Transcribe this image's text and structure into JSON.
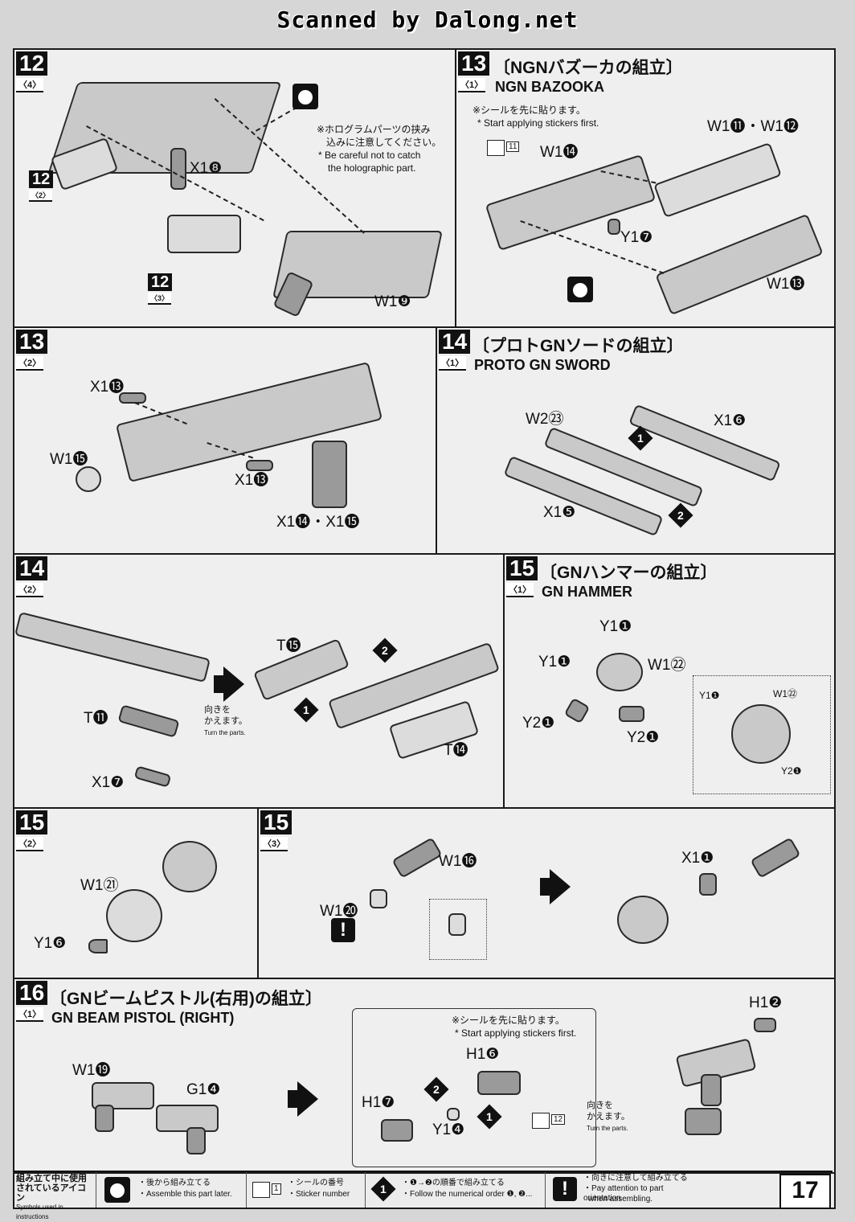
{
  "banner": "Scanned by Dalong.net",
  "step12": {
    "num": "12",
    "sub": "〈4〉",
    "note_jp_1": "※ホログラムパーツの挟み",
    "note_jp_2": "込みに注意してください。",
    "note_en_1": "* Be careful not to catch",
    "note_en_2": "the holographic part.",
    "label_x18": "X1❽",
    "label_w19": "W1❾",
    "ref_a_num": "12",
    "ref_a_sub": "〈2〉",
    "ref_b_num": "12",
    "ref_b_sub": "〈3〉"
  },
  "step13a": {
    "num": "13",
    "sub": "〈1〉",
    "title_jp": "〔NGNバズーカの組立〕",
    "title_en": "NGN BAZOOKA",
    "note_jp": "※シールを先に貼ります。",
    "note_en": "* Start applying stickers first.",
    "sticker": "11",
    "label_w114": "W1⓮",
    "label_w111_12": "W1⓫・W1⓬",
    "label_y17": "Y1❼",
    "label_w113": "W1⓭"
  },
  "step13b": {
    "num": "13",
    "sub": "〈2〉",
    "label_x113_a": "X1⓭",
    "label_x113_b": "X1⓭",
    "label_w115": "W1⓯",
    "label_x114_15": "X1⓮・X1⓯"
  },
  "step14a": {
    "num": "14",
    "sub": "〈1〉",
    "title_jp": "〔プロトGNソードの組立〕",
    "title_en": "PROTO GN SWORD",
    "label_w223": "W2㉓",
    "label_x16": "X1❻",
    "label_x15": "X1❺",
    "order_1": "1",
    "order_2": "2"
  },
  "step14b": {
    "num": "14",
    "sub": "〈2〉",
    "label_t15": "T⓯",
    "label_t11": "T⓫",
    "label_x17": "X1❼",
    "label_t14": "T⓮",
    "turn_jp_1": "向きを",
    "turn_jp_2": "かえます。",
    "turn_en": "Turn the parts.",
    "order_1": "1",
    "order_2": "2"
  },
  "step15a": {
    "num": "15",
    "sub": "〈1〉",
    "title_jp": "〔GNハンマーの組立〕",
    "title_en": "GN HAMMER",
    "label_y11_top": "Y1❶",
    "label_y11_left": "Y1❶",
    "label_w122": "W1㉒",
    "label_y21_a": "Y2❶",
    "label_y21_b": "Y2❶",
    "inset_y11": "Y1❶",
    "inset_w122": "W1㉒",
    "inset_y21": "Y2❶"
  },
  "step15b": {
    "num": "15",
    "sub": "〈2〉",
    "label_w121": "W1㉑",
    "label_y16": "Y1❻"
  },
  "step15c": {
    "num": "15",
    "sub": "〈3〉",
    "label_w116": "W1⓰",
    "label_w120": "W1⓴",
    "label_x11": "X1❶",
    "warn": "!"
  },
  "step16": {
    "num": "16",
    "sub": "〈1〉",
    "title_jp": "〔GNビームピストル(右用)の組立〕",
    "title_en": "GN BEAM PISTOL (RIGHT)",
    "label_w119": "W1⓳",
    "label_g14": "G1❹",
    "note_jp": "※シールを先に貼ります。",
    "note_en": "* Start applying stickers first.",
    "label_h16": "H1❻",
    "label_h17": "H1❼",
    "label_y14": "Y1❹",
    "label_h12": "H1❷",
    "sticker": "12",
    "turn_jp_1": "向きを",
    "turn_jp_2": "かえます。",
    "turn_en": "Turn the parts.",
    "order_1": "1",
    "order_2": "2"
  },
  "legend": {
    "title_jp_1": "組み立て中に使用",
    "title_jp_2": "されているアイコン",
    "title_en": "Symbols used in instructions",
    "later_jp": "・後から組み立てる",
    "later_en": "・Assemble this part later.",
    "sticker_box": "1",
    "sticker_jp": "・シールの番号",
    "sticker_en": "・Sticker number",
    "order_icon": "1",
    "order_jp": "・❶→❷の順番で組み立てる",
    "order_en": "・Follow the numerical order ❶, ❷...",
    "warn_icon": "!",
    "warn_jp": "・向きに注意して組み立てる",
    "warn_en_1": "・Pay attention to part orientation",
    "warn_en_2": "when assembling."
  },
  "page_number": "17"
}
